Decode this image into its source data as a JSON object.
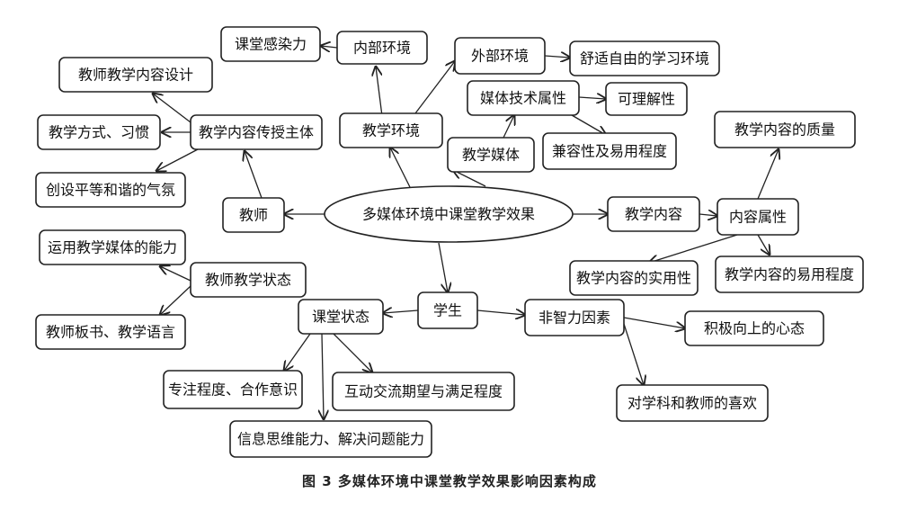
{
  "diagram": {
    "center": "多媒体环境中课堂教学效果",
    "nodes": {
      "ketang_ganranli": "课堂感染力",
      "neibu_huanjing": "内部环境",
      "waibu_huanjing": "外部环境",
      "shushi_huanjing": "舒适自由的学习环境",
      "meiti_jishu_shuxing": "媒体技术属性",
      "ke_lijie": "可理解性",
      "jianrong_yiyong": "兼容性及易用程度",
      "jiaoxue_huanjing": "教学环境",
      "jiaoxue_meiti": "教学媒体",
      "neirong_sheji": "教师教学内容设计",
      "jiaoxue_fangshi": "教学方式、习惯",
      "chuanshou_zhuti": "教学内容传授主体",
      "pingdeng_qifen": "创设平等和谐的气氛",
      "jiaoshi": "教师",
      "neirong_zhiliang": "教学内容的质量",
      "jiaoxue_neirong": "教学内容",
      "neirong_shuxing": "内容属性",
      "shiyongxing": "教学内容的实用性",
      "yiyong_chengdu": "教学内容的易用程度",
      "meiti_nengli": "运用教学媒体的能力",
      "jiaoshi_zhuangtai": "教师教学状态",
      "banshu_yuyan": "教师板书、教学语言",
      "ketang_zhuangtai": "课堂状态",
      "xuesheng": "学生",
      "fei_zhili": "非智力因素",
      "jiji_xintai": "积极向上的心态",
      "zhuanzhu_hezuo": "专注程度、合作意识",
      "hudong_jiaoliu": "互动交流期望与满足程度",
      "xinxi_siwei": "信息思维能力、解决问题能力",
      "xike_xihuan": "对学科和教师的喜欢"
    }
  },
  "caption": "图 3    多媒体环境中课堂教学效果影响因素构成"
}
